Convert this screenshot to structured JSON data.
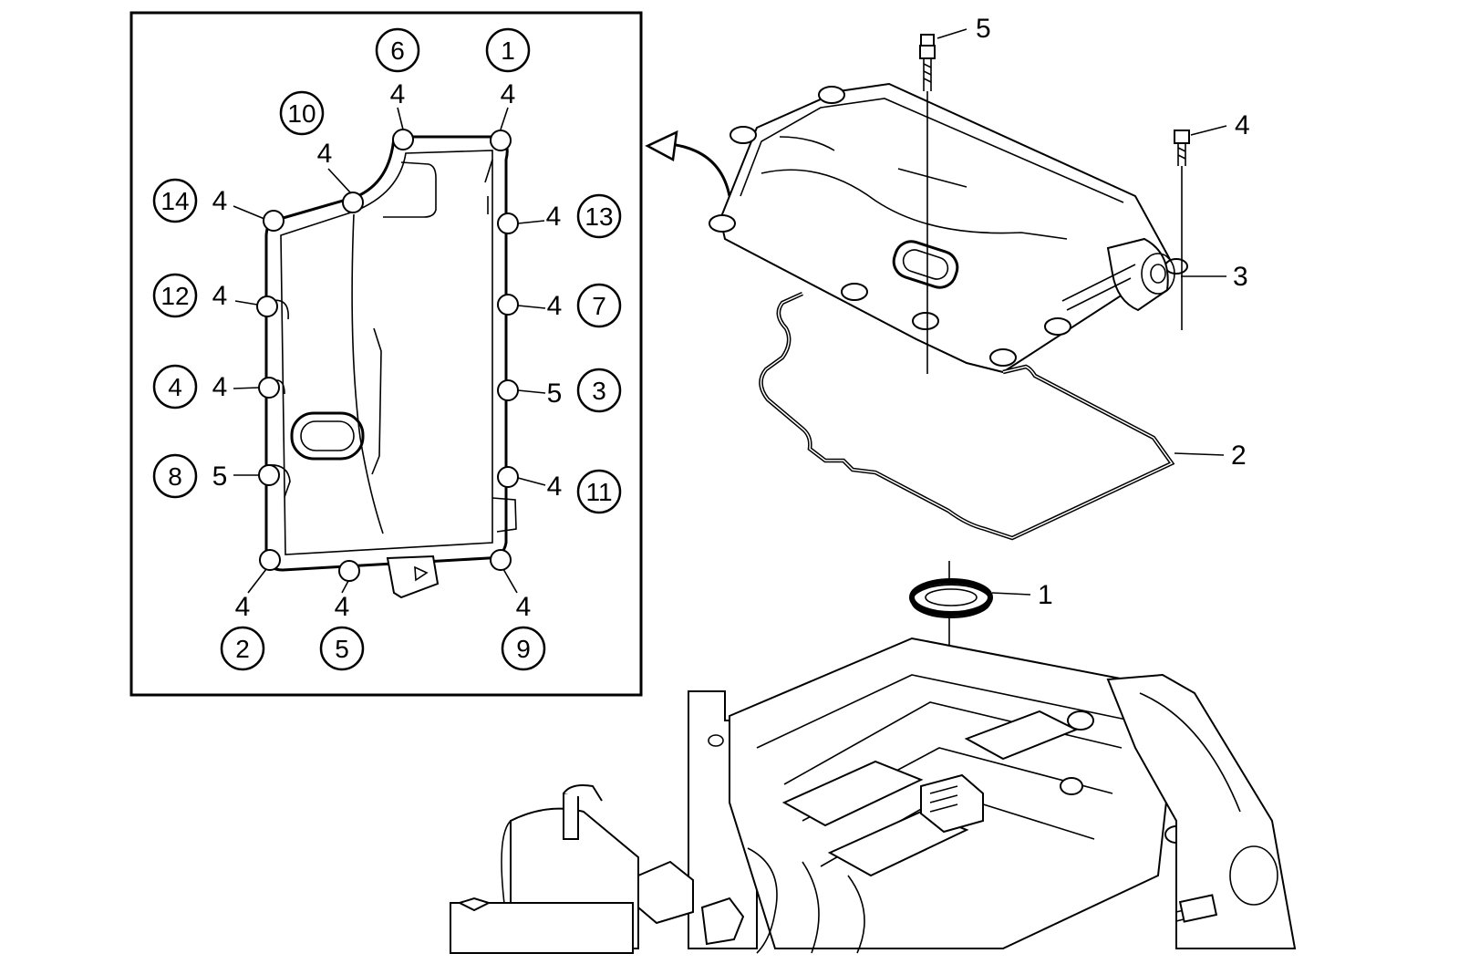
{
  "inset": {
    "bolts": [
      {
        "seq": "1",
        "torque": "4"
      },
      {
        "seq": "2",
        "torque": "4"
      },
      {
        "seq": "3",
        "torque": "5"
      },
      {
        "seq": "4",
        "torque": "4"
      },
      {
        "seq": "5",
        "torque": "4"
      },
      {
        "seq": "6",
        "torque": "4"
      },
      {
        "seq": "7",
        "torque": "4"
      },
      {
        "seq": "8",
        "torque": "5"
      },
      {
        "seq": "9",
        "torque": "4"
      },
      {
        "seq": "10",
        "torque": "4"
      },
      {
        "seq": "11",
        "torque": "4"
      },
      {
        "seq": "12",
        "torque": "4"
      },
      {
        "seq": "13",
        "torque": "4"
      },
      {
        "seq": "14",
        "torque": "4"
      }
    ]
  },
  "callouts": {
    "bolt_long": "5",
    "bolt_short": "4",
    "cover": "3",
    "gasket": "2",
    "seal": "1"
  }
}
